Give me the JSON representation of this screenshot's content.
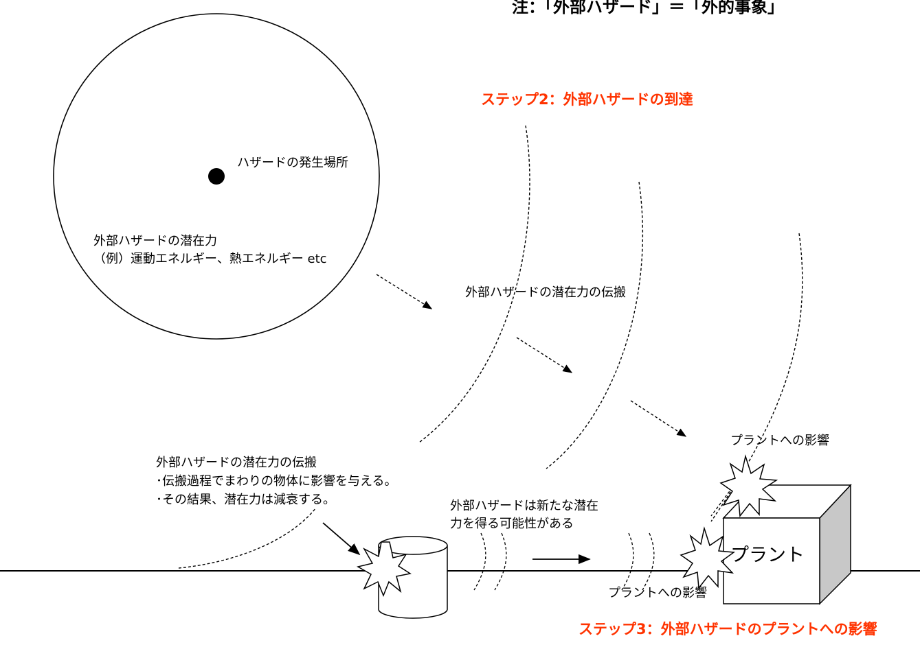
{
  "note": "注：「外部ハザード」＝「外的事象」",
  "step2_title": "ステップ2：外部ハザードの到達",
  "step3_title": "ステップ3：外部ハザードのプラントへの影響",
  "hazard_source": "ハザードの発生場所",
  "potential": {
    "line1": "外部ハザードの潜在力",
    "line2": "（例）運動エネルギー、熱エネルギー etc"
  },
  "propagation_label": "外部ハザードの潜在力の伝搬",
  "propagation_detail": {
    "line1": "外部ハザードの潜在力の伝搬",
    "line2": "･伝搬過程でまわりの物体に影響を与える。",
    "line3": "･その結果、潜在力は減衰する。"
  },
  "new_potential": {
    "line1": "外部ハザードは新たな潜在",
    "line2": "力を得る可能性がある"
  },
  "plant_impact_top": "プラントへの影響",
  "plant_impact_bottom": "プラントへの影響",
  "plant": "プラント",
  "colors": {
    "accent_red": "#ff3300",
    "line": "#000000",
    "box_side": "#c8c8c8"
  }
}
